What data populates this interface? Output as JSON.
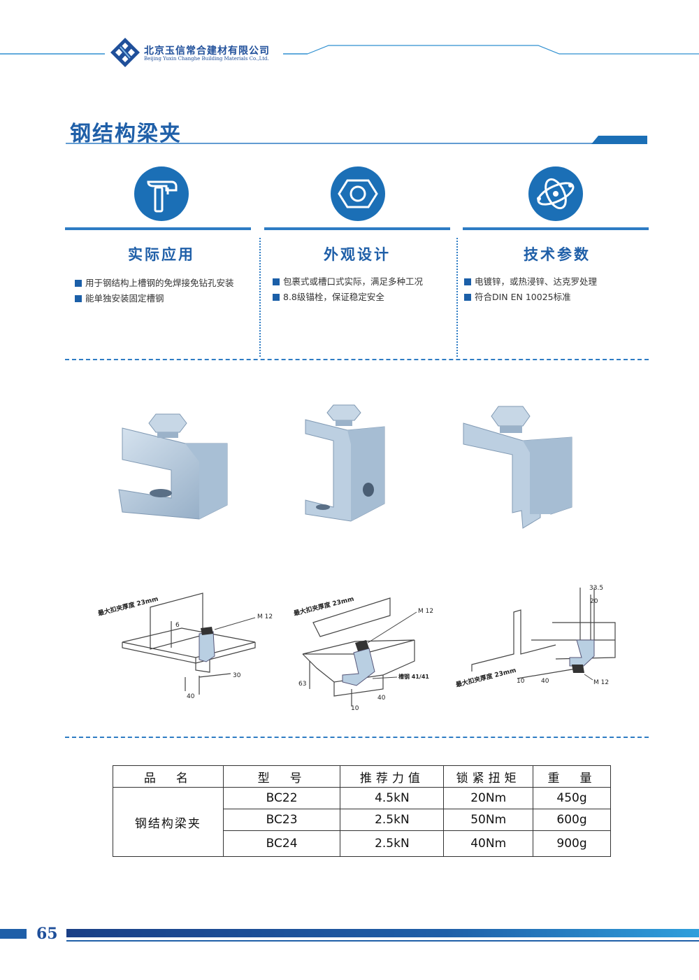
{
  "header": {
    "company_cn": "北京玉信常合建材有限公司",
    "company_en": "Beijing Yuxin Changhe Building Materials Co.,Ltd.",
    "logo_icon": "company-logo-icon"
  },
  "page_title": "钢结构梁夹",
  "features": [
    {
      "icon": "hammer-icon",
      "title": "实际应用",
      "items": [
        "用于钢结构上槽钢的免焊接免钻孔安装",
        "能单独安装固定槽钢"
      ]
    },
    {
      "icon": "hex-nut-icon",
      "title": "外观设计",
      "items": [
        "包裹式或槽口式实际，满足多种工况",
        "8.8级锚栓，保证稳定安全"
      ]
    },
    {
      "icon": "atom-icon",
      "title": "技术参数",
      "items": [
        "电镀锌，或热浸锌、达克罗处理",
        "符合DIN EN 10025标准"
      ]
    }
  ],
  "diagrams": {
    "d1": {
      "thickness": "最大扣夹厚度 23mm",
      "bolt": "M 12",
      "dim_a": "6",
      "dim_b": "30",
      "dim_c": "40"
    },
    "d2": {
      "thickness": "最大扣夹厚度 23mm",
      "bolt": "M 12",
      "channel": "槽钢 41/41",
      "dim_h": "63",
      "dim_a": "40",
      "dim_b": "10"
    },
    "d3": {
      "thickness": "最大扣夹厚度 23mm",
      "bolt": "M 12",
      "dim_top": "33.5",
      "dim_mid": "20",
      "dim_a": "10",
      "dim_b": "40"
    }
  },
  "table": {
    "headers": [
      "品　名",
      "型　号",
      "推荐力值",
      "锁紧扭矩",
      "重　量"
    ],
    "product_name": "钢结构梁夹",
    "rows": [
      [
        "BC22",
        "4.5kN",
        "20Nm",
        "450g"
      ],
      [
        "BC23",
        "2.5kN",
        "50Nm",
        "600g"
      ],
      [
        "BC24",
        "2.5kN",
        "40Nm",
        "900g"
      ]
    ]
  },
  "footer": {
    "page_number": "65"
  },
  "colors": {
    "brand_blue": "#1b6fb6",
    "title_blue": "#1f5fa8",
    "part_metal": "#b9cfe2"
  }
}
